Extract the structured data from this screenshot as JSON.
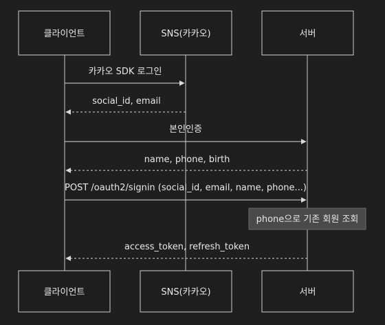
{
  "participants": [
    {
      "id": "client",
      "label": "클라이언트"
    },
    {
      "id": "sns",
      "label": "SNS(카카오)"
    },
    {
      "id": "server",
      "label": "서버"
    }
  ],
  "messages": [
    {
      "from": "client",
      "to": "sns",
      "label": "카카오 SDK 로그인",
      "style": "solid"
    },
    {
      "from": "sns",
      "to": "client",
      "label": "social_id, email",
      "style": "dashed"
    },
    {
      "from": "client",
      "to": "server",
      "label": "본인인증",
      "style": "solid"
    },
    {
      "from": "server",
      "to": "client",
      "label": "name, phone, birth",
      "style": "dashed"
    },
    {
      "from": "client",
      "to": "server",
      "label": "POST /oauth2/signin (social_id, email, name, phone...)",
      "style": "solid"
    },
    {
      "from": "server",
      "to": "client",
      "label": "access_token, refresh_token",
      "style": "dashed"
    }
  ],
  "note": {
    "over": "server",
    "label": "phone으로 기존 회원 조회"
  },
  "colors": {
    "background": "#1f1f1f",
    "line": "#d9d9d9",
    "note": "#4a4a4a"
  }
}
